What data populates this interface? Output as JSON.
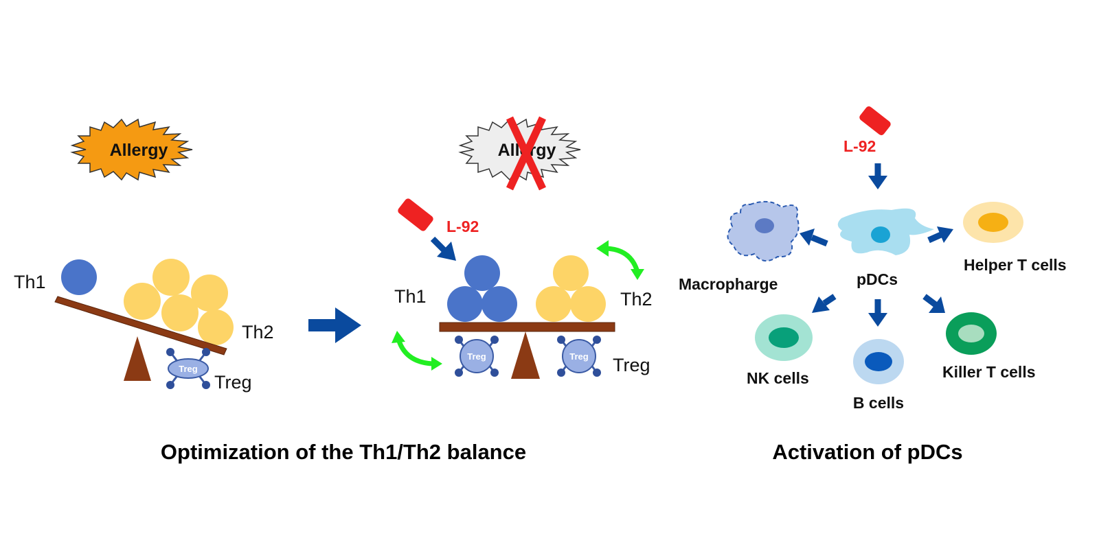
{
  "left_panel": {
    "allergy_label": "Allergy",
    "th1_label": "Th1",
    "th2_label": "Th2",
    "treg_label": "Treg",
    "treg_cell_text": "Treg"
  },
  "middle_panel": {
    "allergy_label": "Allergy",
    "l92_label": "L-92",
    "th1_label": "Th1",
    "th2_label": "Th2",
    "treg_label": "Treg",
    "treg_cell_text": "Treg"
  },
  "right_panel": {
    "l92_label": "L-92",
    "pdcs_label": "pDCs",
    "macrophage_label": "Macropharge",
    "helper_t_label": "Helper T cells",
    "nk_label": "NK cells",
    "b_cells_label": "B cells",
    "killer_t_label": "Killer T cells"
  },
  "captions": {
    "balance": "Optimization of the Th1/Th2 balance",
    "pdcs": "Activation of pDCs"
  },
  "colors": {
    "th1_blue": "#4a74c9",
    "th2_yellow": "#fdd467",
    "beam_brown": "#8b3a14",
    "arrow_navy": "#0a4a9e",
    "l92_red": "#ee2222",
    "green_arrow": "#22ee22",
    "allergy_orange": "#f59a12"
  }
}
